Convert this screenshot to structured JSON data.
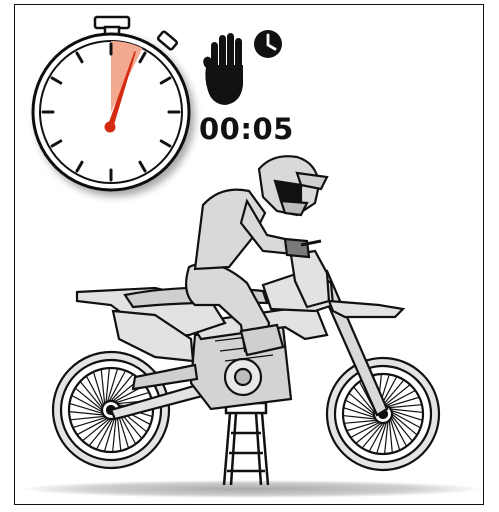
{
  "panel": {
    "timer_display": "00:05",
    "icons": [
      "stopwatch-icon",
      "stop-hand-icon",
      "clock-icon",
      "motorcycle-on-stand-illustration",
      "rider-illustration"
    ],
    "colors": {
      "outline": "#111111",
      "elapsed_wedge": "#f2a98f",
      "hand": "#d52b12",
      "rider_fill": "#d9d9d9",
      "bike_fill": "#e2e2e2",
      "floor_shadow": "#c8c8c8"
    },
    "elapsed_fraction_of_minute": 0.083
  }
}
